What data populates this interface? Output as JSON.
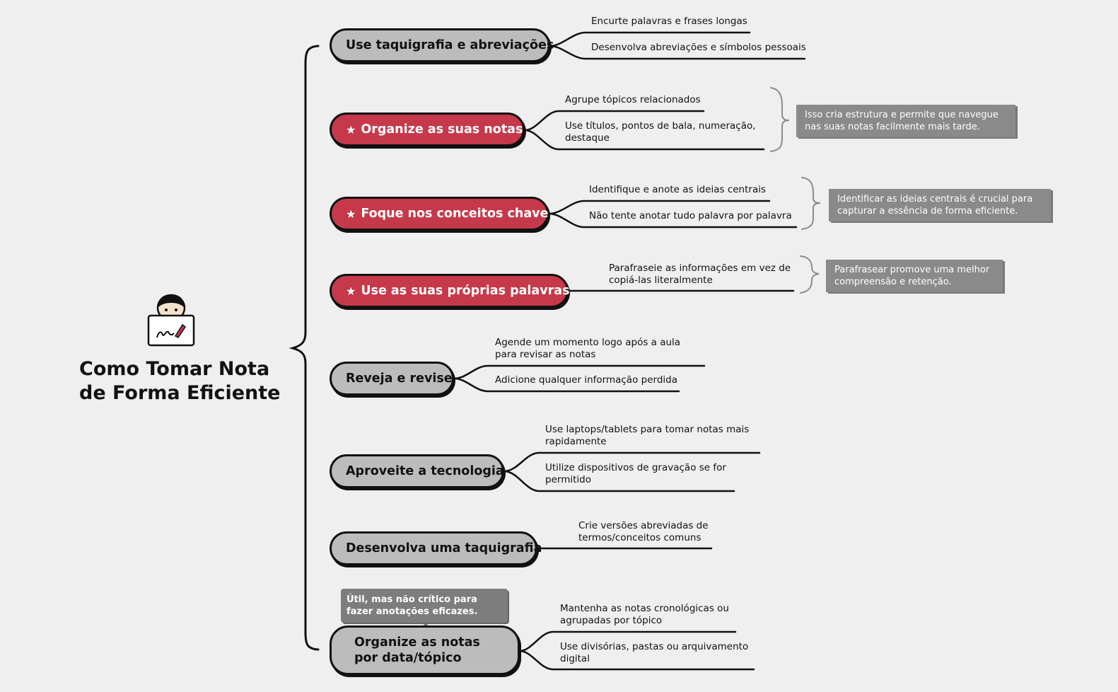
{
  "root": {
    "title_line1": "Como Tomar Nota",
    "title_line2": "de Forma Eficiente",
    "icon": "person-laptop-icon"
  },
  "colors": {
    "highlight": "#c6394a",
    "plain": "#bcbcbc",
    "note": "#8a8a8a"
  },
  "topics": [
    {
      "label": "Use taquigrafia e abreviações",
      "starred": false,
      "subtopics": [
        "Encurte palavras e frases longas",
        "Desenvolva abreviações e símbolos pessoais"
      ]
    },
    {
      "label": "Organize as suas notas",
      "starred": true,
      "subtopics": [
        "Agrupe tópicos relacionados",
        "Use títulos, pontos de bala, numeração, destaque"
      ],
      "summary": "Isso cria estrutura e permite que navegue nas suas notas facilmente mais tarde."
    },
    {
      "label": "Foque nos conceitos chave",
      "starred": true,
      "subtopics": [
        "Identifique e anote as ideias centrais",
        "Não tente anotar tudo palavra por palavra"
      ],
      "summary": "Identificar as ideias centrais é crucial para capturar a essência de forma eficiente."
    },
    {
      "label": "Use as suas próprias palavras",
      "starred": true,
      "subtopics": [
        "Parafraseie as informações em vez de copiá-las literalmente"
      ],
      "summary": "Parafrasear promove uma melhor compreensão e retenção."
    },
    {
      "label": "Reveja e revise",
      "starred": false,
      "subtopics": [
        "Agende um momento logo após a aula para revisar as notas",
        "Adicione qualquer informação perdida"
      ]
    },
    {
      "label": "Aproveite a tecnologia",
      "starred": false,
      "subtopics": [
        "Use laptops/tablets para tomar notas mais rapidamente",
        "Utilize dispositivos de gravação se for permitido"
      ]
    },
    {
      "label": "Desenvolva uma taquigrafia",
      "starred": false,
      "subtopics": [
        "Crie versões abreviadas de termos/conceitos comuns"
      ]
    },
    {
      "label": "Organize as notas por data/tópico",
      "starred": false,
      "subtopics": [
        "Mantenha as notas cronológicas ou agrupadas por tópico",
        "Use divisórias, pastas ou arquivamento digital"
      ],
      "callout": "Útil, mas não crítico para fazer anotações eficazes."
    }
  ],
  "icons": {
    "star": "star-icon"
  }
}
